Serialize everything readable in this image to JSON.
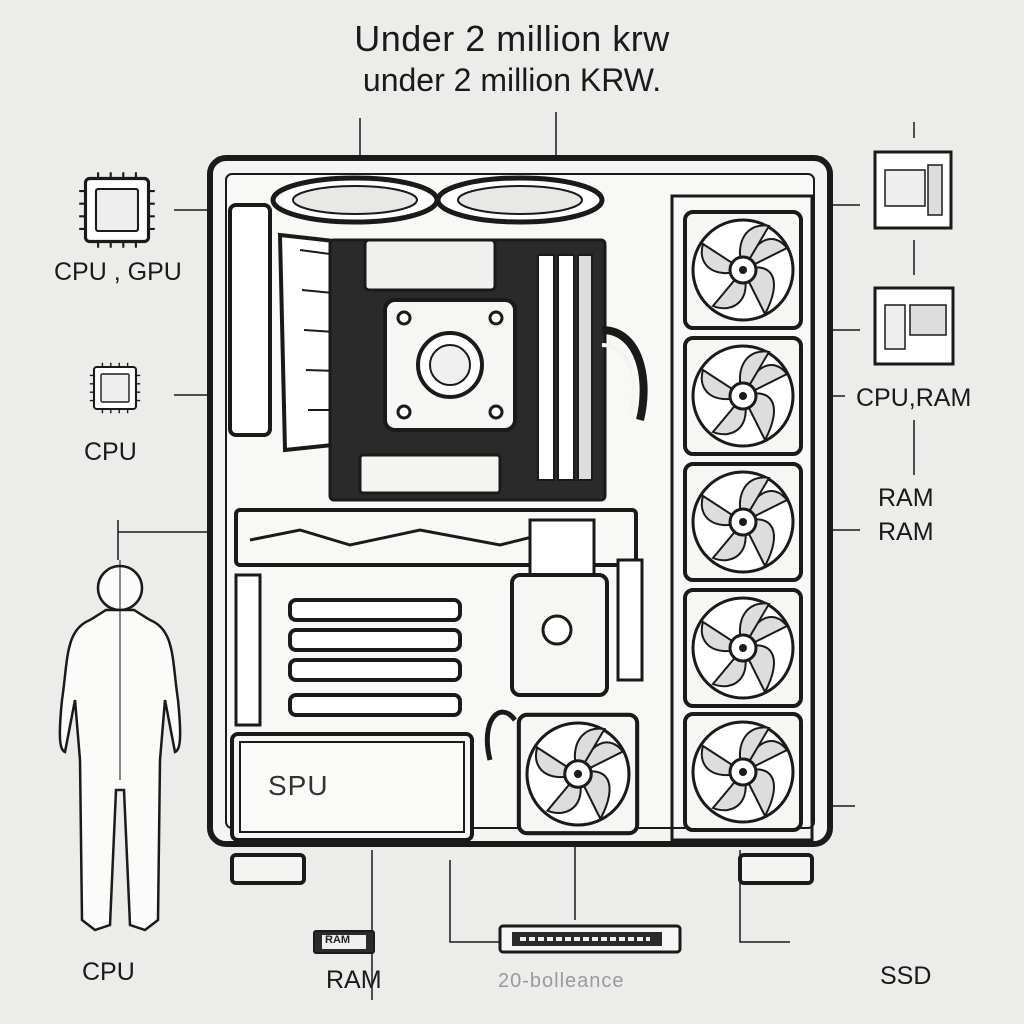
{
  "title": "Under 2 million krw",
  "subtitle": "under 2 million KRW.",
  "labels": {
    "left_top": "CPU , GPU",
    "left_mid": "CPU",
    "bottom_left": "CPU",
    "bottom_ram": "RAM",
    "bottom_ssd": "SSD",
    "right_cpu_ram": "CPU,RAM",
    "right_ram_1": "RAM",
    "right_ram_2": "RAM",
    "bottom_center_faint": "20-bolleance",
    "psu_label": "SPU",
    "ram_stick_text": "RAM"
  },
  "colors": {
    "background": "#ececea",
    "line": "#1a1a1a",
    "case_fill": "#f4f4f2"
  },
  "icons": [
    "chip-icon",
    "fan-icon",
    "person-icon",
    "ram-stick-icon",
    "ssd-icon",
    "motherboard-icon"
  ]
}
